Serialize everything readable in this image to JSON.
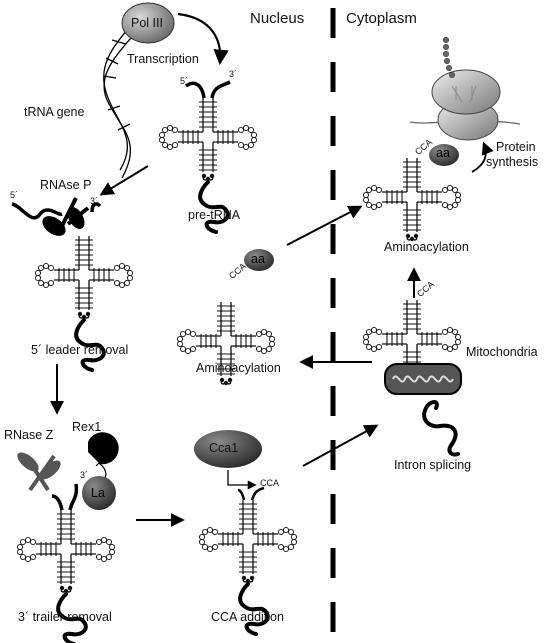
{
  "compartments": {
    "nucleus": "Nucleus",
    "cytoplasm": "Cytoplasm"
  },
  "enzymes": {
    "pol3": "Pol III",
    "rnase_p": "RNAse P",
    "rnase_z": "RNase Z",
    "rex1": "Rex1",
    "la": "La",
    "cca1": "Cca1"
  },
  "labels": {
    "transcription": "Transcription",
    "trna_gene": "tRNA gene",
    "pre_trna": "pre-tRNA",
    "leader_removal": "5´ leader removal",
    "trailer_removal": "3´ trailer removal",
    "cca_addition": "CCA addition",
    "aminoacylation_nuc": "Aminoacylation",
    "aminoacylation_cyt": "Aminoacylation",
    "intron_splicing": "Intron splicing",
    "mitochondria": "Mitochondria",
    "protein_synthesis_1": "Protein",
    "protein_synthesis_2": "synthesis"
  },
  "small": {
    "five_prime": "5´",
    "three_prime": "3´",
    "five_prime_b": "5´",
    "three_prime_b": "3´",
    "three_prime_c": "3´",
    "cca_1": "CCA",
    "cca_2": "CCA",
    "cca_3": "CCA",
    "cca_4": "CCA",
    "aa_1": "aa",
    "aa_2": "aa"
  }
}
